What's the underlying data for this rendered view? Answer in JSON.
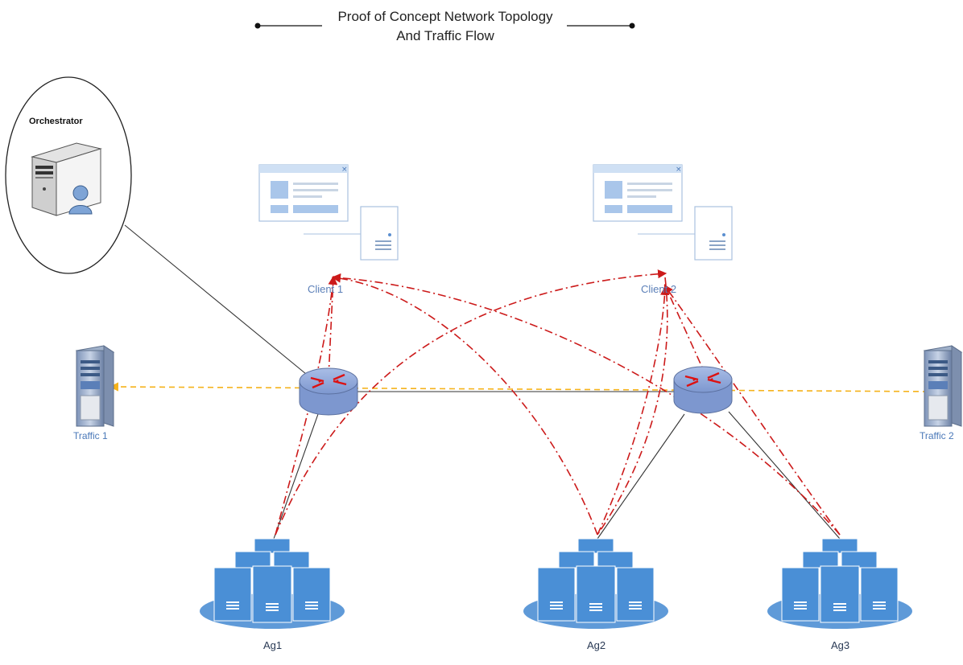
{
  "title": {
    "line1": "Proof of Concept Network Topology",
    "line2": "And Traffic Flow"
  },
  "nodes": {
    "orchestrator": "Orchestrator",
    "client1": "Client 1",
    "client2": "Client 2",
    "traffic1": "Traffic 1",
    "traffic2": "Traffic 2",
    "ag1": "Ag1",
    "ag2": "Ag2",
    "ag3": "Ag3"
  },
  "colors": {
    "link_solid": "#333333",
    "flow_red": "#cc1a1a",
    "flow_yellow": "#f5b21a",
    "device_blue": "#4a90d9",
    "router_blue": "#8ea8d8"
  }
}
